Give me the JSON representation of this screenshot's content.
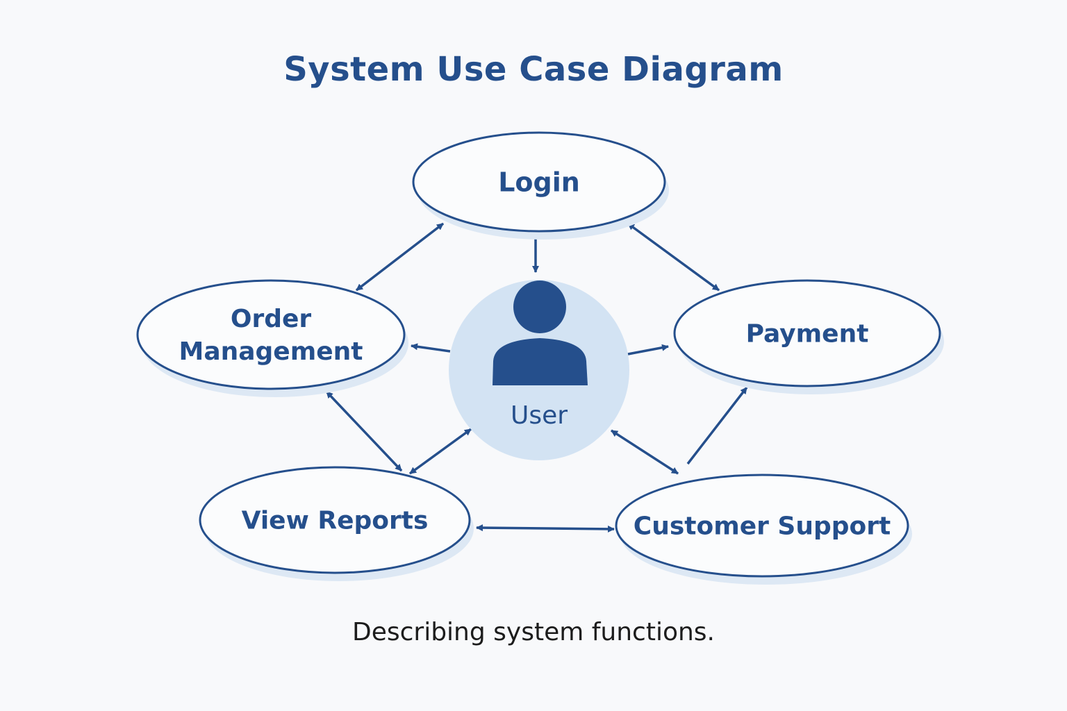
{
  "title": "System Use Case Diagram",
  "caption": "Describing system functions.",
  "colors": {
    "primary": "#254f8c",
    "actor_fill": "#d3e3f3",
    "shadow": "#dde8f4",
    "background": "#f8f9fb"
  },
  "actor": {
    "id": "user",
    "label": "User",
    "icon": "person-icon"
  },
  "use_cases": [
    {
      "id": "login",
      "lines": [
        "Login"
      ]
    },
    {
      "id": "order-management",
      "lines": [
        "Order",
        "Management"
      ]
    },
    {
      "id": "payment",
      "lines": [
        "Payment"
      ]
    },
    {
      "id": "view-reports",
      "lines": [
        "View Reports"
      ]
    },
    {
      "id": "customer-support",
      "lines": [
        "Customer Support"
      ]
    }
  ],
  "connections": [
    {
      "from": "login",
      "to": "user",
      "direction": "one-way"
    },
    {
      "from": "login",
      "to": "order-management",
      "direction": "two-way"
    },
    {
      "from": "login",
      "to": "payment",
      "direction": "two-way"
    },
    {
      "from": "user",
      "to": "order-management",
      "direction": "one-way"
    },
    {
      "from": "user",
      "to": "payment",
      "direction": "one-way"
    },
    {
      "from": "order-management",
      "to": "view-reports",
      "direction": "two-way"
    },
    {
      "from": "user",
      "to": "view-reports",
      "direction": "two-way"
    },
    {
      "from": "user",
      "to": "customer-support",
      "direction": "two-way"
    },
    {
      "from": "customer-support",
      "to": "payment",
      "direction": "one-way"
    },
    {
      "from": "view-reports",
      "to": "customer-support",
      "direction": "two-way"
    }
  ]
}
